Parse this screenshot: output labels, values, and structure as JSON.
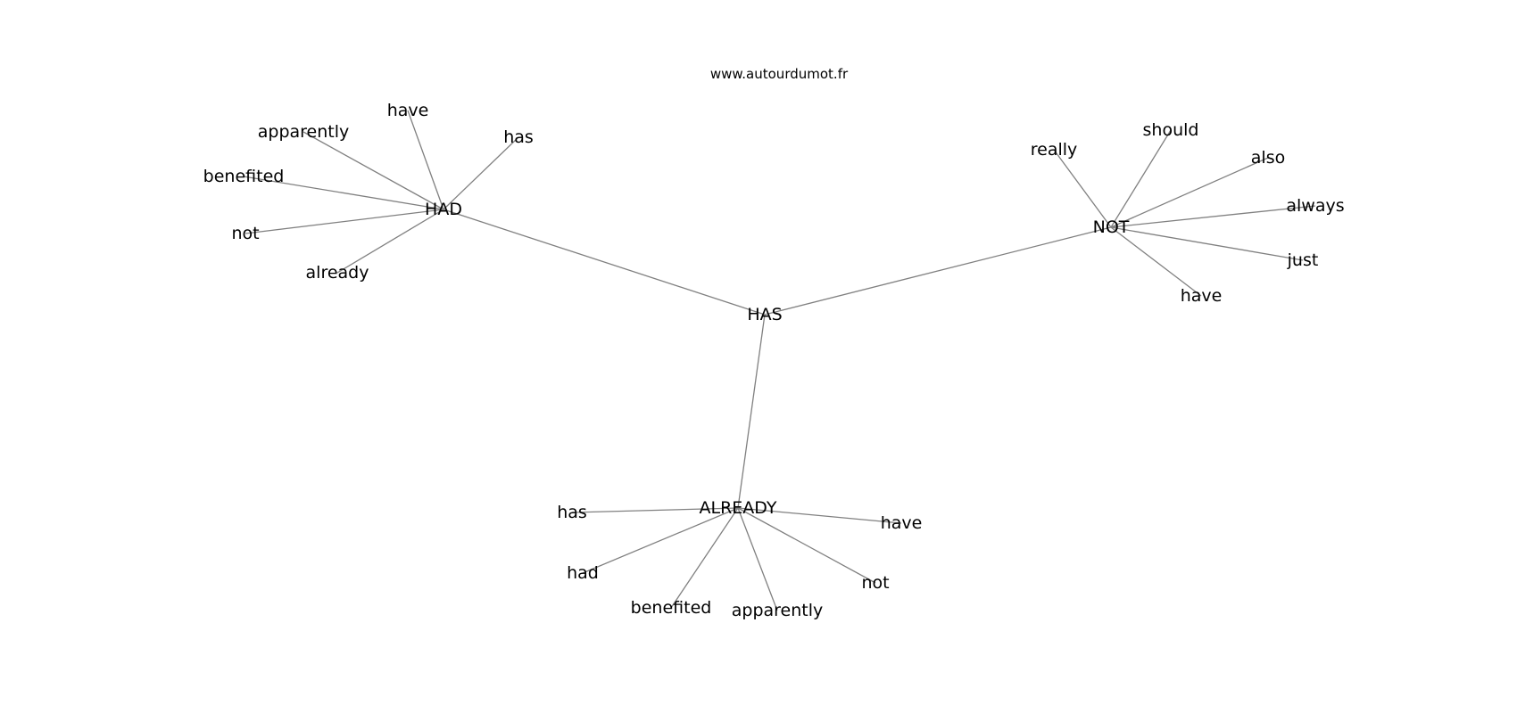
{
  "source": "www.autourdumot.fr",
  "colors": {
    "edge": "#808080",
    "text": "#000000",
    "background": "#ffffff"
  },
  "graph": {
    "center": "HAS",
    "hubs": [
      {
        "id": "HAD",
        "label": "HAD",
        "neighbors": [
          "have",
          "apparently",
          "has",
          "benefited",
          "not",
          "already"
        ]
      },
      {
        "id": "NOT",
        "label": "NOT",
        "neighbors": [
          "really",
          "should",
          "also",
          "always",
          "just",
          "have"
        ]
      },
      {
        "id": "ALREADY",
        "label": "ALREADY",
        "neighbors": [
          "has",
          "have",
          "had",
          "not",
          "benefited",
          "apparently"
        ]
      }
    ]
  }
}
